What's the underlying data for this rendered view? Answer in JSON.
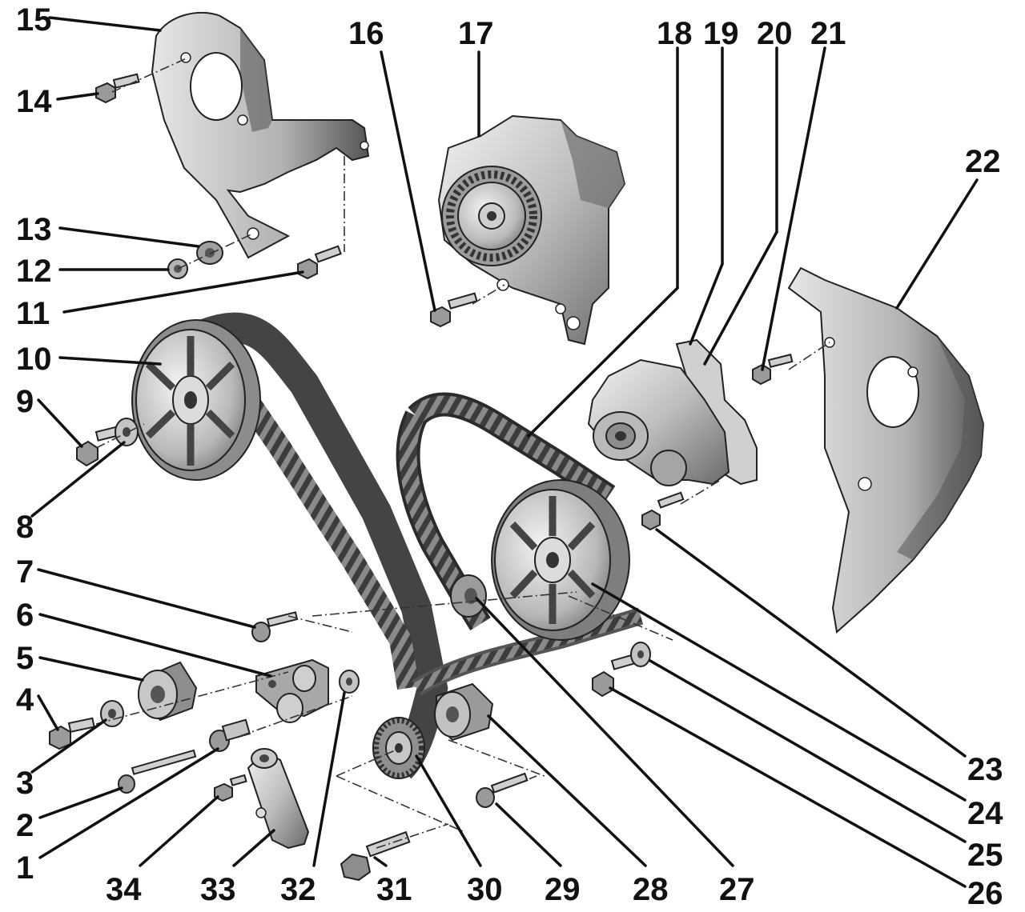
{
  "callouts": {
    "c1": "1",
    "c2": "2",
    "c3": "3",
    "c4": "4",
    "c5": "5",
    "c6": "6",
    "c7": "7",
    "c8": "8",
    "c9": "9",
    "c10": "10",
    "c11": "11",
    "c12": "12",
    "c13": "13",
    "c14": "14",
    "c15": "15",
    "c16": "16",
    "c17": "17",
    "c18": "18",
    "c19": "19",
    "c20": "20",
    "c21": "21",
    "c22": "22",
    "c23": "23",
    "c24": "24",
    "c25": "25",
    "c26": "26",
    "c27": "27",
    "c28": "28",
    "c29": "29",
    "c30": "30",
    "c31": "31",
    "c32": "32",
    "c33": "33",
    "c34": "34"
  },
  "colors": {
    "part_fill_light": "#d8d8d8",
    "part_fill_mid": "#a8a8a8",
    "part_fill_dark": "#6e6e6e",
    "belt": "#7a7a7a",
    "ink": "#111111"
  }
}
